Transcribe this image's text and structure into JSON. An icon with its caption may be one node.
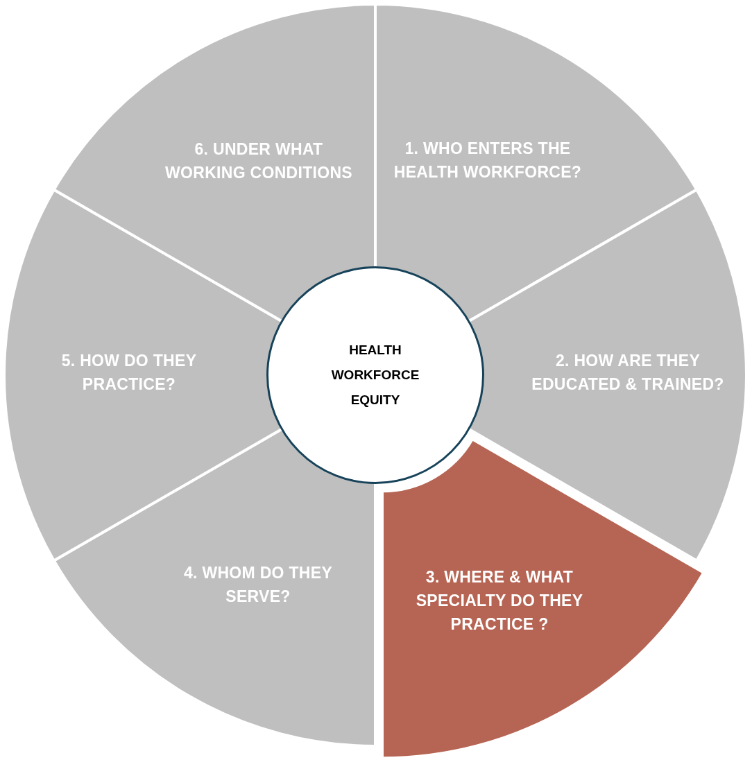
{
  "diagram": {
    "nodes": [
      {
        "text": [
          "1. WHO ENTERS THE HEALTH WORKFORCE?"
        ]
      },
      {
        "text": [
          "2. HOW ARE THEY EDUCATED & TRAINED?"
        ]
      },
      {
        "text": [
          "3. WHERE & WHAT SPECIALTY DO THEY PRACTICE ?"
        ]
      },
      {
        "text": [
          "4. WHOM DO THEY SERVE?"
        ]
      },
      {
        "text": [
          "5. HOW DO THEY PRACTICE?"
        ]
      },
      {
        "text": [
          "6. UNDER WHAT WORKING CONDITIONS"
        ]
      },
      {
        "text": [
          "HEALTH WORKFORCE EQUITY"
        ]
      }
    ]
  }
}
